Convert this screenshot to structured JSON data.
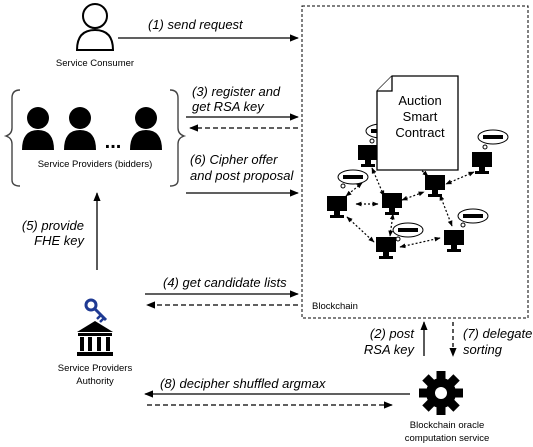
{
  "actors": {
    "consumer": "Service Consumer",
    "providers": "Service Providers (bidders)",
    "providers_ellipsis": "...",
    "authority_line1": "Service Providers",
    "authority_line2": "Authority",
    "oracle_line1": "Blockchain oracle",
    "oracle_line2": "computation service"
  },
  "blockchain": {
    "label": "Blockchain",
    "contract_line1": "Auction",
    "contract_line2": "Smart",
    "contract_line3": "Contract"
  },
  "steps": {
    "s1": "(1) send request",
    "s3_line1": "(3) register and",
    "s3_line2": "get RSA key",
    "s6_line1": "(6) Cipher offer",
    "s6_line2": "and post proposal",
    "s5_line1": "(5) provide",
    "s5_line2": "FHE key",
    "s4": "(4) get candidate lists",
    "s2_line1": "(2) post",
    "s2_line2": "RSA key",
    "s7_line1": "(7) delegate",
    "s7_line2": "sorting",
    "s8": "(8) decipher shuffled argmax"
  },
  "icons": {
    "consumer": "user-outline-icon",
    "providers": "user-group-icon",
    "authority_key": "key-icon",
    "authority_building": "bank-building-icon",
    "oracle": "gear-icon",
    "nodes": "monitor-icon",
    "bubbles": "thought-bubble-icon"
  }
}
